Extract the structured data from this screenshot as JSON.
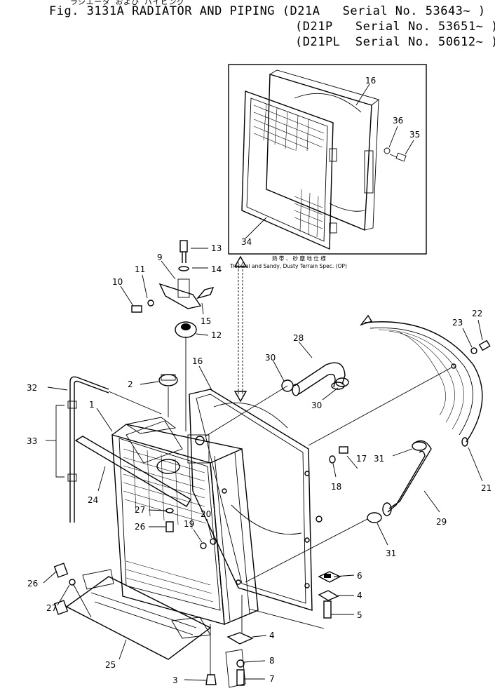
{
  "header": {
    "line1": "Fig. 3131A RADIATOR AND PIPING (D21A   Serial No. 53643~ )",
    "line2": "(D21P   Serial No. 53651~ )",
    "line3": "(D21PL  Serial No. 50612~ )",
    "jp_top": "ラジエータ および パイピング"
  },
  "inset": {
    "caption_jp": "熱 帯 、 砂 塵 地 仕 様",
    "caption": "Tropical and Sandy, Dusty Terrain Spec. (OP)"
  },
  "parts": {
    "p1": "1",
    "p2": "2",
    "p3": "3",
    "p4a": "4",
    "p4b": "4",
    "p5": "5",
    "p6": "6",
    "p7": "7",
    "p8": "8",
    "p9": "9",
    "p10": "10",
    "p11": "11",
    "p12": "12",
    "p13": "13",
    "p14": "14",
    "p15": "15",
    "p16a": "16",
    "p16b": "16",
    "p17": "17",
    "p18": "18",
    "p19": "19",
    "p20": "20",
    "p21": "21",
    "p22": "22",
    "p23": "23",
    "p24": "24",
    "p25": "25",
    "p26a": "26",
    "p26b": "26",
    "p27a": "27",
    "p27b": "27",
    "p28": "28",
    "p29": "29",
    "p30a": "30",
    "p30b": "30",
    "p31a": "31",
    "p31b": "31",
    "p32": "32",
    "p33": "33",
    "p34": "34",
    "p35": "35",
    "p36": "36"
  }
}
